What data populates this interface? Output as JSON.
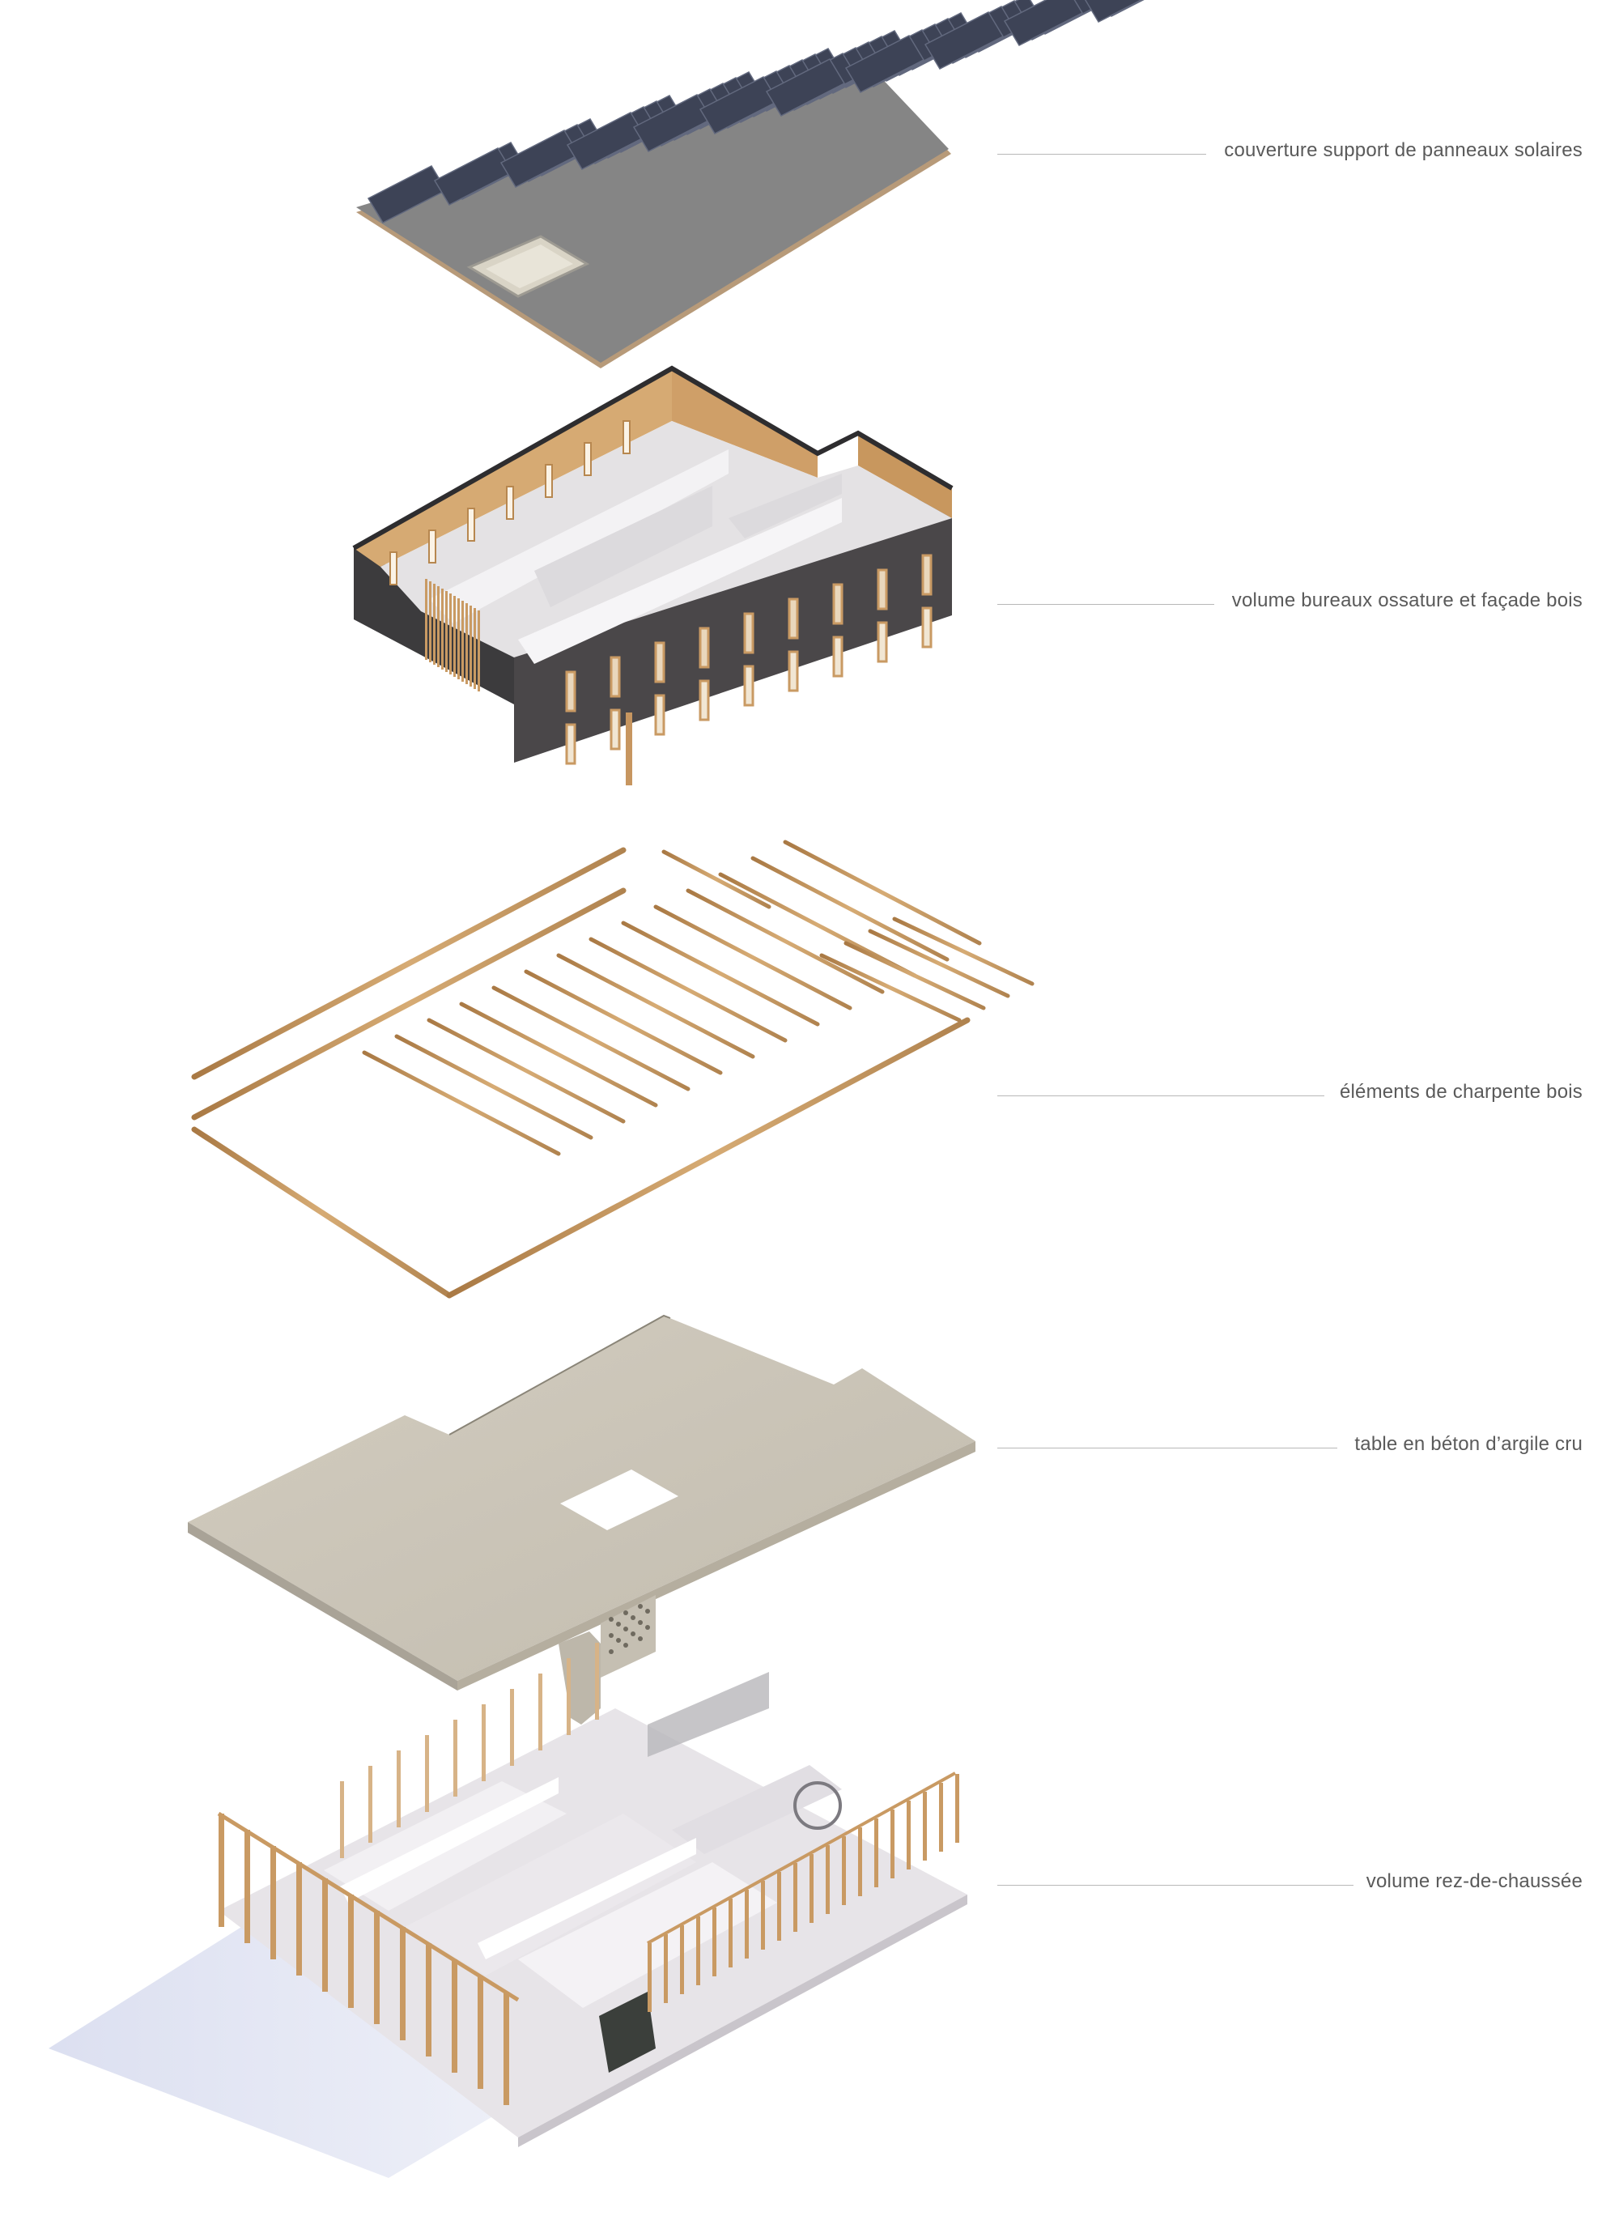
{
  "labels": {
    "roof": "couverture support de panneaux solaires",
    "offices": "volume bureaux ossature et façade bois",
    "frame": "éléments de charpente bois",
    "slab": "table en béton d’argile cru",
    "ground": "volume rez-de-chaussée"
  },
  "colors": {
    "background": "#ffffff",
    "label_text": "#5a5a5a",
    "leader_line": "#b8b8b8",
    "solar_panel": "#3d4356",
    "roof_membrane": "#8a8a8a",
    "dark_facade": "#3f3e40",
    "wood": "#c99a63",
    "clay_concrete": "#c9c3b5",
    "interior_white": "#eeecee"
  }
}
